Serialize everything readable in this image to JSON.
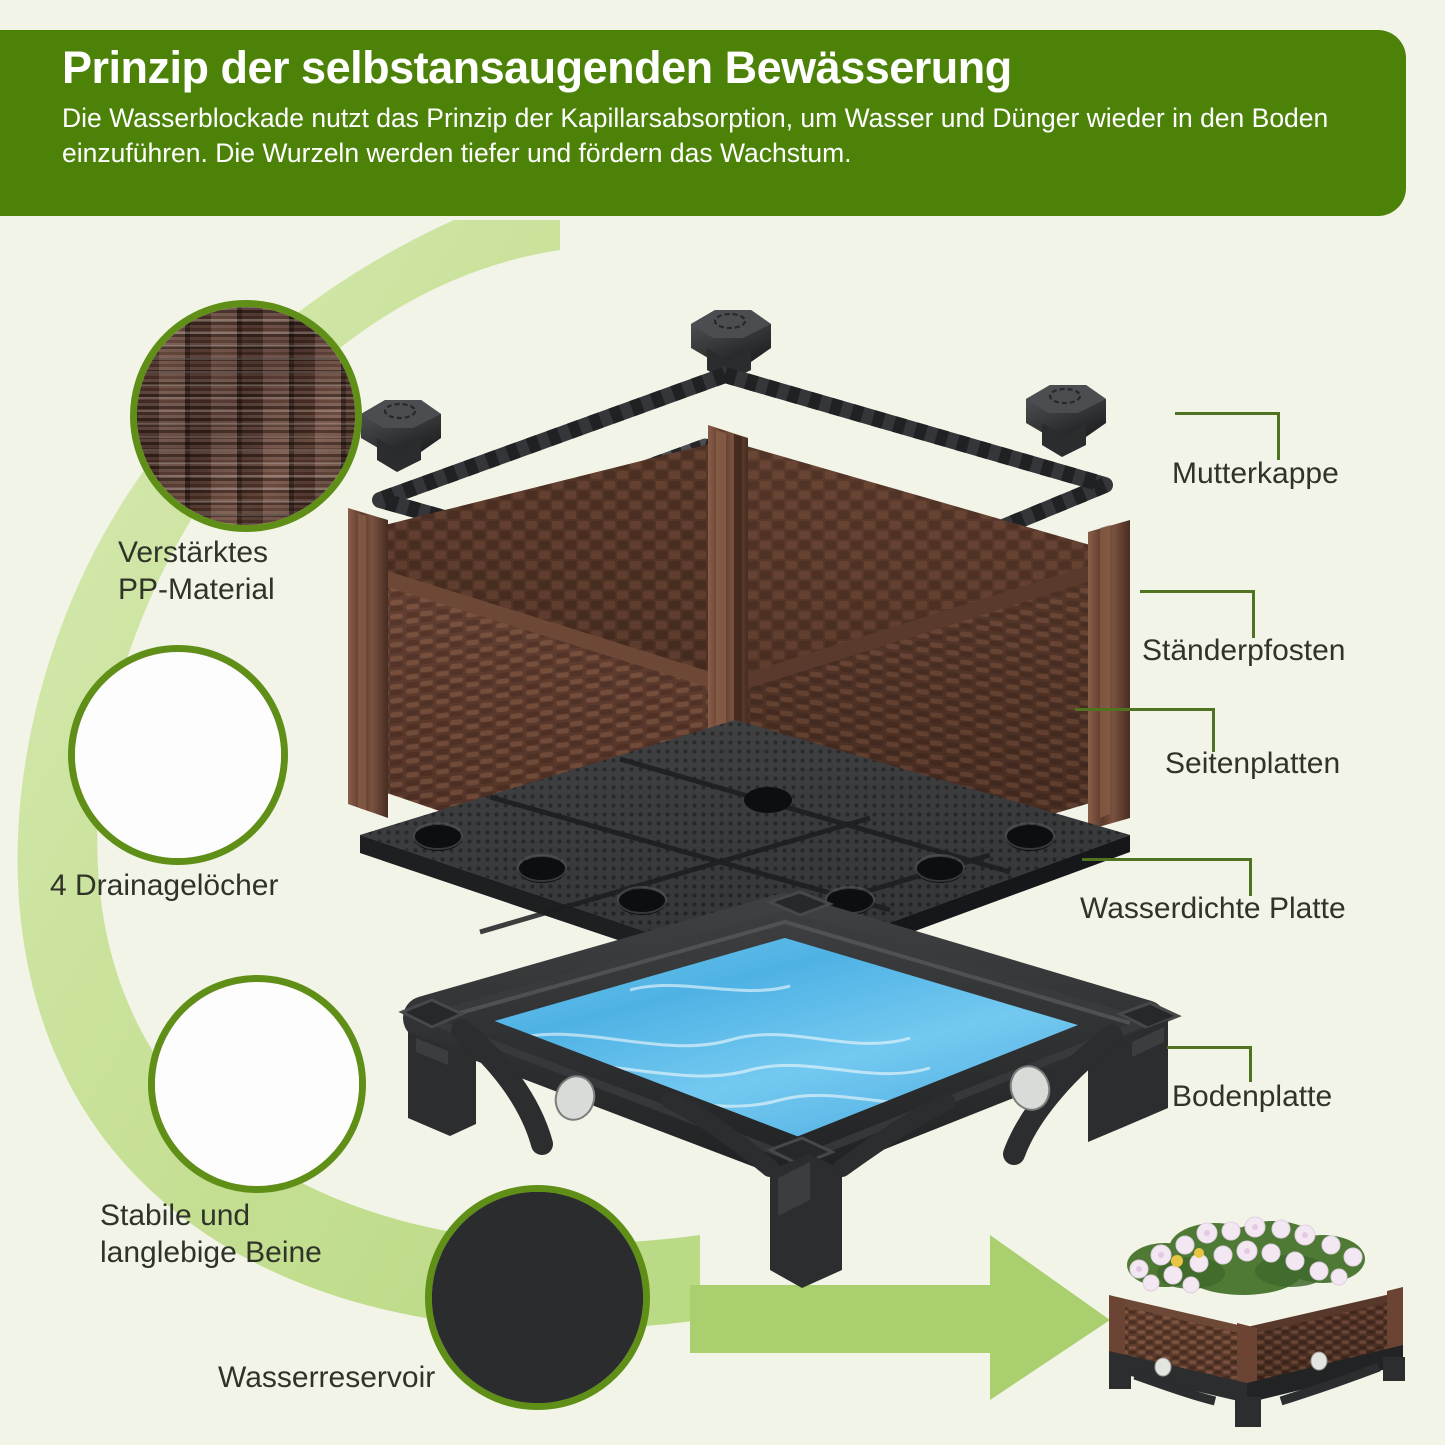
{
  "page": {
    "background_color": "#f2f4e8",
    "accent_green": "#4d8209",
    "leader_line_color": "#4f7320",
    "swoosh_color": "#c3de8f",
    "text_color": "#2f3328"
  },
  "banner": {
    "title": "Prinzip der selbstansaugenden Bewässerung",
    "subtitle": "Die Wasserblockade nutzt das Prinzip der Kapillarsabsorption, um Wasser und Dünger wieder in den Boden einzuführen. Die Wurzeln werden tiefer und fördern das Wachstum."
  },
  "right_callouts": [
    {
      "id": "mutterkappe",
      "label": "Mutterkappe"
    },
    {
      "id": "staenderpfosten",
      "label": "Ständerpfosten"
    },
    {
      "id": "seitenplatten",
      "label": "Seitenplatten"
    },
    {
      "id": "wasserdichte-platte",
      "label": "Wasserdichte Platte"
    },
    {
      "id": "bodenplatte",
      "label": "Bodenplatte"
    }
  ],
  "left_insets": [
    {
      "id": "pp-material",
      "label_line1": "Verstärktes",
      "label_line2": "PP-Material",
      "icon": "wicker-weave-texture-icon"
    },
    {
      "id": "drainage",
      "label_line1": "4 Drainagelöcher",
      "label_line2": "",
      "icon": "water-stream-icon"
    },
    {
      "id": "legs",
      "label_line1": "Stabile und",
      "label_line2": "langlebige Beine",
      "icon": "corner-leg-icon"
    },
    {
      "id": "reservoir",
      "label_line1": "Wasserreservoir",
      "label_line2": "",
      "icon": "reservoir-underside-icon"
    }
  ],
  "diagram": {
    "name": "exploded-planter-diagram",
    "parts": [
      {
        "id": "cap-nuts",
        "name": "Mutterkappe",
        "count": 4,
        "color": "#3a3c3e"
      },
      {
        "id": "rim-frame",
        "name": "Rahmen",
        "count": 1,
        "color": "#3a3c3e"
      },
      {
        "id": "wicker-box",
        "name": "Seitenplatten",
        "count": 4,
        "color": "#5b3a2e"
      },
      {
        "id": "corner-posts",
        "name": "Ständerpfosten",
        "count": 4,
        "color": "#6b4334"
      },
      {
        "id": "perforated-plate",
        "name": "Wasserdichte Platte",
        "count": 1,
        "color": "#3a3b3d",
        "holes": 8
      },
      {
        "id": "water-tray",
        "name": "Bodenplatte",
        "count": 1,
        "color": "#2f3133",
        "water_color": "#4fb7e8"
      }
    ]
  },
  "final_product": {
    "name": "fertiges-hochbeet",
    "flowers_color": "#e8d7ea",
    "box_color": "#5e3d2f",
    "base_color": "#2b2d2f"
  },
  "arrow": {
    "name": "process-arrow",
    "direction": "right",
    "color": "#a9cf6e"
  }
}
